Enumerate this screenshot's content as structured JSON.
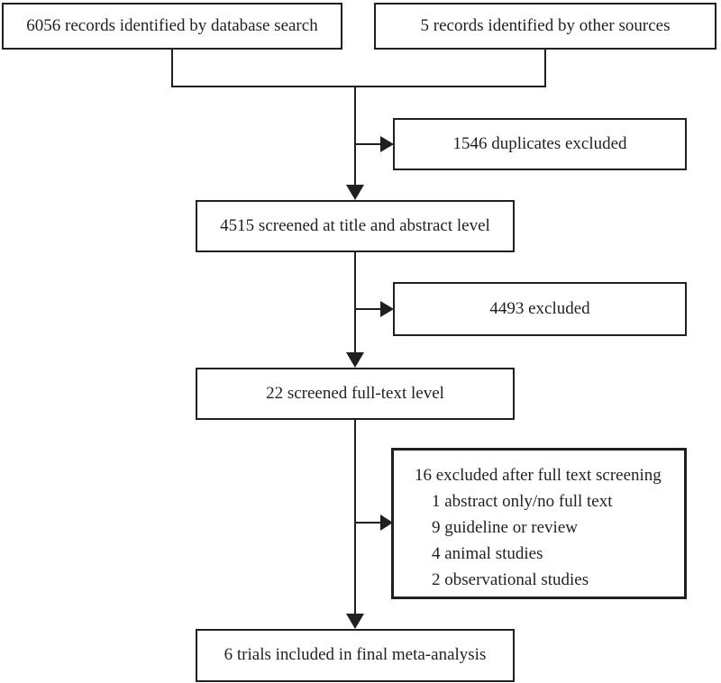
{
  "diagram": {
    "boxes": {
      "identified_database": {
        "label": "6056 records identified by database search"
      },
      "identified_other": {
        "label": "5 records identified by other sources"
      },
      "duplicates_excluded": {
        "label": "1546 duplicates excluded"
      },
      "screened_title_abstract": {
        "label": "4515 screened at title and abstract level"
      },
      "excluded_title_abstract": {
        "label": "4493 excluded"
      },
      "screened_fulltext": {
        "label": "22 screened full-text level"
      },
      "excluded_fulltext": {
        "label": "16 excluded after full text screening",
        "items": [
          "1 abstract only/no full text",
          "9 guideline or review",
          "4 animal studies",
          "2 observational studies"
        ]
      },
      "included_final": {
        "label": "6 trials included in final meta-analysis"
      }
    },
    "colors": {
      "line": "#231f20",
      "text": "#231f20",
      "box_background": "#ffffff",
      "page_background": "#ffffff"
    }
  }
}
